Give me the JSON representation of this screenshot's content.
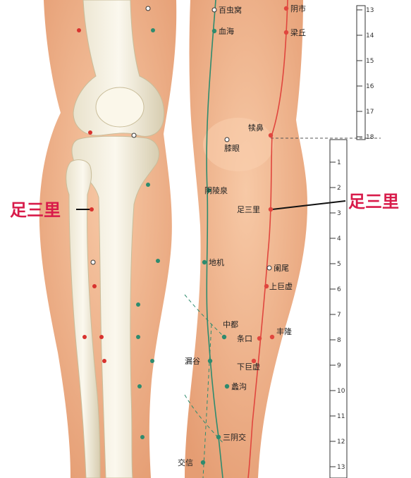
{
  "callouts": {
    "left": "足三里",
    "right": "足三里"
  },
  "points": [
    {
      "name": "百虫窝"
    },
    {
      "name": "阴市"
    },
    {
      "name": "血海"
    },
    {
      "name": "梁丘"
    },
    {
      "name": "犊鼻"
    },
    {
      "name": "膝眼"
    },
    {
      "name": "阴陵泉"
    },
    {
      "name": "足三里"
    },
    {
      "name": "地机"
    },
    {
      "name": "阑尾"
    },
    {
      "name": "上巨虚"
    },
    {
      "name": "中都"
    },
    {
      "name": "条口"
    },
    {
      "name": "丰隆"
    },
    {
      "name": "漏谷"
    },
    {
      "name": "下巨虚"
    },
    {
      "name": "蠡沟"
    },
    {
      "name": "三阴交"
    },
    {
      "name": "交信"
    }
  ],
  "scale_thigh": [
    "13",
    "14",
    "15",
    "16",
    "17",
    "18"
  ],
  "scale_shin": [
    "1",
    "2",
    "3",
    "4",
    "5",
    "6",
    "7",
    "8",
    "9",
    "10",
    "11",
    "12",
    "13"
  ],
  "colors": {
    "stomach_meridian": "#e0463e",
    "spleen_meridian": "#2e8b6e",
    "callout": "#d81b4a"
  }
}
